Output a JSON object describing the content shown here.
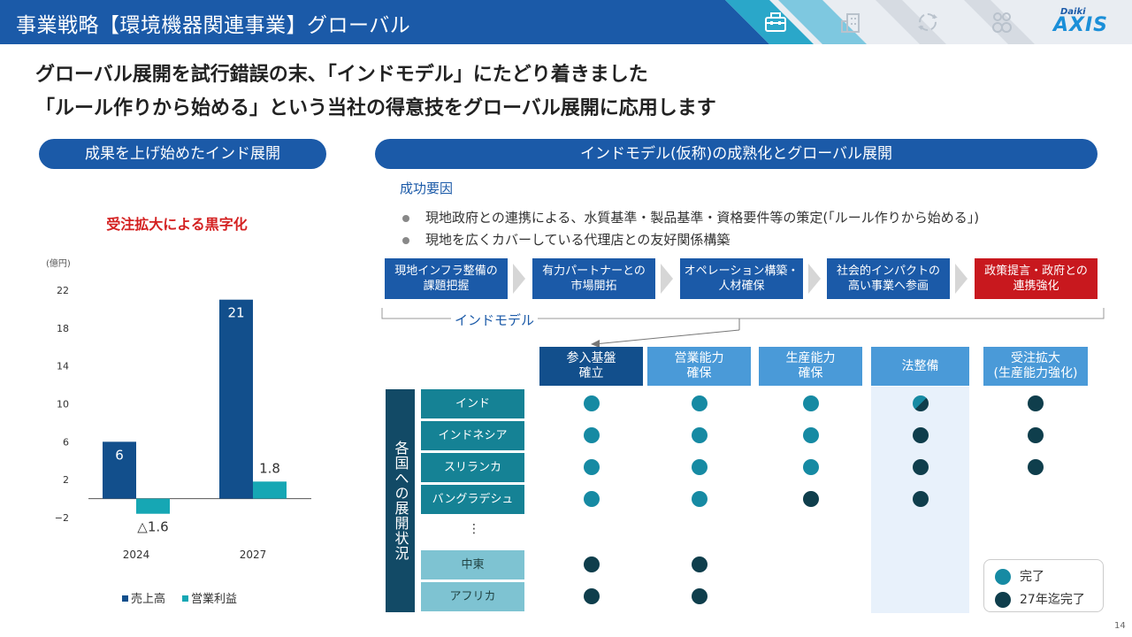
{
  "header": {
    "title": "事業戦略【環境機器関連事業】グローバル",
    "icons": [
      "toolbox-icon",
      "building-icon",
      "cycle-icon",
      "people-icon"
    ],
    "logo_small": "Daiki",
    "logo_big": "AXIS"
  },
  "headline": {
    "line1": "グローバル展開を試行錯誤の末、「インドモデル」にたどり着きました",
    "line2": "「ルール作りから始める」という当社の得意技をグローバル展開に応用します"
  },
  "left_pill": "成果を上げ始めたインド展開",
  "right_pill": "インドモデル(仮称)の成熟化とグローバル展開",
  "chart_title": "受注拡大による黒字化",
  "chart_data": {
    "type": "bar",
    "title": "受注拡大による黒字化",
    "unit_label": "(億円)",
    "categories": [
      "2024",
      "2027"
    ],
    "series": [
      {
        "name": "売上高",
        "values": [
          6,
          21
        ],
        "color": "#124f8c"
      },
      {
        "name": "営業利益",
        "values": [
          -1.6,
          1.8
        ],
        "color": "#16a7b4"
      }
    ],
    "value_labels": [
      [
        "6",
        "21"
      ],
      [
        "△1.6",
        "1.8"
      ]
    ],
    "yticks": [
      "22",
      "18",
      "14",
      "10",
      "6",
      "2",
      "−2"
    ],
    "ytick_values": [
      22,
      18,
      14,
      10,
      6,
      2,
      -2
    ],
    "ylim": [
      -2,
      22
    ],
    "legend": "bottom"
  },
  "success": {
    "heading": "成功要因",
    "bullets": [
      "現地政府との連携による、水質基準・製品基準・資格要件等の策定(「ルール作りから始める」)",
      "現地を広くカバーしている代理店との友好関係構築"
    ]
  },
  "steps": [
    {
      "line1": "現地インフラ整備の",
      "line2": "課題把握",
      "color": "blue"
    },
    {
      "line1": "有力パートナーとの",
      "line2": "市場開拓",
      "color": "blue"
    },
    {
      "line1": "オペレーション構築・",
      "line2": "人材確保",
      "color": "blue"
    },
    {
      "line1": "社会的インパクトの",
      "line2": "高い事業へ参画",
      "color": "blue"
    },
    {
      "line1": "政策提言・政府との",
      "line2": "連携強化",
      "color": "red"
    }
  ],
  "model_label": "インドモデル",
  "columns": [
    {
      "line1": "参入基盤",
      "line2": "確立",
      "color": "#124f8c"
    },
    {
      "line1": "営業能力",
      "line2": "確保",
      "color": "#4a9ad8"
    },
    {
      "line1": "生産能力",
      "line2": "確保",
      "color": "#4a9ad8"
    },
    {
      "line1": "法整備",
      "line2": "",
      "color": "#4a9ad8"
    },
    {
      "line1": "受注拡大",
      "line2": "(生産能力強化)",
      "color": "#4a9ad8"
    }
  ],
  "side_label": "各国への展開状況",
  "rows": [
    {
      "label": "インド",
      "style": "dark",
      "status": [
        "done",
        "done",
        "done",
        "half",
        "plan"
      ]
    },
    {
      "label": "インドネシア",
      "style": "dark",
      "status": [
        "done",
        "done",
        "done",
        "plan",
        "plan"
      ]
    },
    {
      "label": "スリランカ",
      "style": "dark",
      "status": [
        "done",
        "done",
        "done",
        "plan",
        "plan"
      ]
    },
    {
      "label": "バングラデシュ",
      "style": "dark",
      "status": [
        "done",
        "done",
        "plan",
        "plan",
        ""
      ]
    },
    {
      "label": "中東",
      "style": "light",
      "status": [
        "plan",
        "plan",
        "",
        "",
        ""
      ]
    },
    {
      "label": "アフリカ",
      "style": "light",
      "status": [
        "plan",
        "plan",
        "",
        "",
        ""
      ]
    }
  ],
  "row_ellipsis": "⋮",
  "legend": {
    "done": "完了",
    "plan": "27年迄完了"
  },
  "page_number": "14"
}
